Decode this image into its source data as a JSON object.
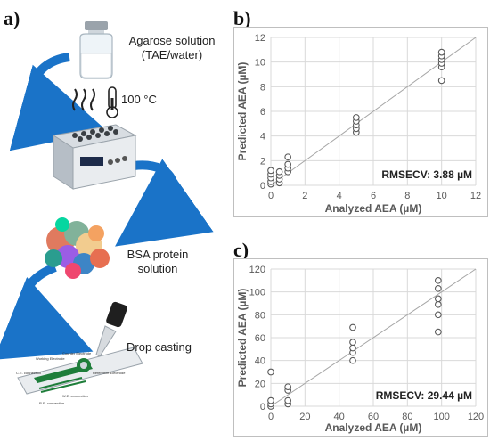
{
  "panels": {
    "a": "a)",
    "b": "b)",
    "c": "c)"
  },
  "workflow": {
    "agarose_label_line1": "Agarose solution",
    "agarose_label_line2": "(TAE/water)",
    "heat_label": "100 °C",
    "bsa_label_line1": "BSA protein",
    "bsa_label_line2": "solution",
    "drop_label": "Drop casting",
    "electrode_labels": [
      "Counter Electrode",
      "Working Electrode",
      "Reference Electrode",
      "C.E. connection",
      "W.E. connection",
      "R.E. connection"
    ],
    "colors": {
      "arrow": "#1a73c8",
      "device": "#e9ecef",
      "electrode": "#1e7d3a"
    }
  },
  "chart_data": [
    {
      "type": "scatter",
      "panel": "b)",
      "xlabel": "Analyzed AEA (µM)",
      "ylabel": "Predicted AEA (µM)",
      "xlim": [
        0,
        12
      ],
      "ylim": [
        0,
        12
      ],
      "xticks": [
        "0",
        "2",
        "4",
        "6",
        "8",
        "10",
        "12"
      ],
      "yticks": [
        "0",
        "2",
        "4",
        "6",
        "8",
        "10",
        "12"
      ],
      "annotation": "RMSECV:  3.88 µM",
      "grid": true,
      "identity_line": true,
      "points": [
        {
          "x": 0,
          "y": 0.1
        },
        {
          "x": 0,
          "y": 0.3
        },
        {
          "x": 0,
          "y": 0.6
        },
        {
          "x": 0,
          "y": 0.9
        },
        {
          "x": 0,
          "y": 1.2
        },
        {
          "x": 0.5,
          "y": 0.2
        },
        {
          "x": 0.5,
          "y": 0.5
        },
        {
          "x": 0.5,
          "y": 0.8
        },
        {
          "x": 0.5,
          "y": 1.1
        },
        {
          "x": 1,
          "y": 1.1
        },
        {
          "x": 1,
          "y": 1.4
        },
        {
          "x": 1,
          "y": 1.7
        },
        {
          "x": 1,
          "y": 2.3
        },
        {
          "x": 5,
          "y": 4.3
        },
        {
          "x": 5,
          "y": 4.6
        },
        {
          "x": 5,
          "y": 4.9
        },
        {
          "x": 5,
          "y": 5.2
        },
        {
          "x": 5,
          "y": 5.5
        },
        {
          "x": 10,
          "y": 8.5
        },
        {
          "x": 10,
          "y": 9.6
        },
        {
          "x": 10,
          "y": 9.9
        },
        {
          "x": 10,
          "y": 10.2
        },
        {
          "x": 10,
          "y": 10.5
        },
        {
          "x": 10,
          "y": 10.8
        }
      ]
    },
    {
      "type": "scatter",
      "panel": "c)",
      "xlabel": "Analyzed AEA (µM)",
      "ylabel": "Predicted AEA (µM)",
      "xlim": [
        0,
        120
      ],
      "ylim": [
        0,
        120
      ],
      "xticks": [
        "0",
        "20",
        "40",
        "60",
        "80",
        "100",
        "120"
      ],
      "yticks": [
        "0",
        "20",
        "40",
        "60",
        "80",
        "100",
        "120"
      ],
      "annotation": "RMSECV:  29.44 µM",
      "grid": true,
      "identity_line": true,
      "points": [
        {
          "x": 0,
          "y": 0
        },
        {
          "x": 0,
          "y": 2
        },
        {
          "x": 0,
          "y": 5
        },
        {
          "x": 0,
          "y": 30
        },
        {
          "x": 10,
          "y": 2
        },
        {
          "x": 10,
          "y": 5
        },
        {
          "x": 10,
          "y": 14
        },
        {
          "x": 10,
          "y": 17
        },
        {
          "x": 48,
          "y": 40
        },
        {
          "x": 48,
          "y": 47
        },
        {
          "x": 48,
          "y": 51
        },
        {
          "x": 48,
          "y": 56
        },
        {
          "x": 48,
          "y": 69
        },
        {
          "x": 98,
          "y": 65
        },
        {
          "x": 98,
          "y": 80
        },
        {
          "x": 98,
          "y": 89
        },
        {
          "x": 98,
          "y": 94
        },
        {
          "x": 98,
          "y": 103
        },
        {
          "x": 98,
          "y": 110
        }
      ]
    }
  ]
}
